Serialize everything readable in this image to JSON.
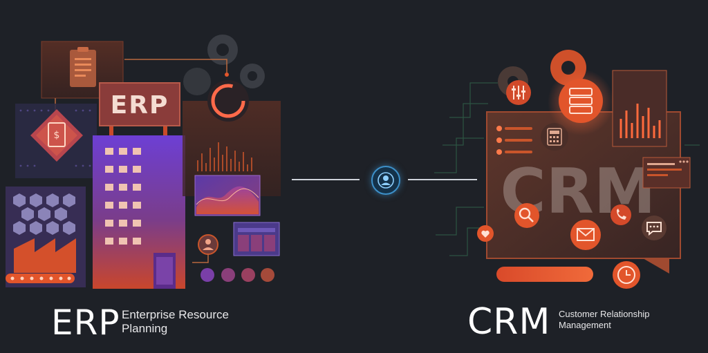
{
  "erp": {
    "sign_text": "ERP",
    "caption_short": "ERP",
    "caption_long_line1": "Enterprise Resource",
    "caption_long_line2": "Planning",
    "dollar_symbol": "$"
  },
  "crm": {
    "board_text": "CRM",
    "caption_short": "CRM",
    "caption_long_line1": "Customer Relationship",
    "caption_long_line2": "Management"
  },
  "center": {
    "node_icon": "user-icon"
  },
  "colors": {
    "background": "#1e2127",
    "accent_orange": "#e2552b",
    "accent_purple": "#7a3fd6",
    "accent_blue": "#3d90c9",
    "panel_brown": "#5a2f25"
  }
}
